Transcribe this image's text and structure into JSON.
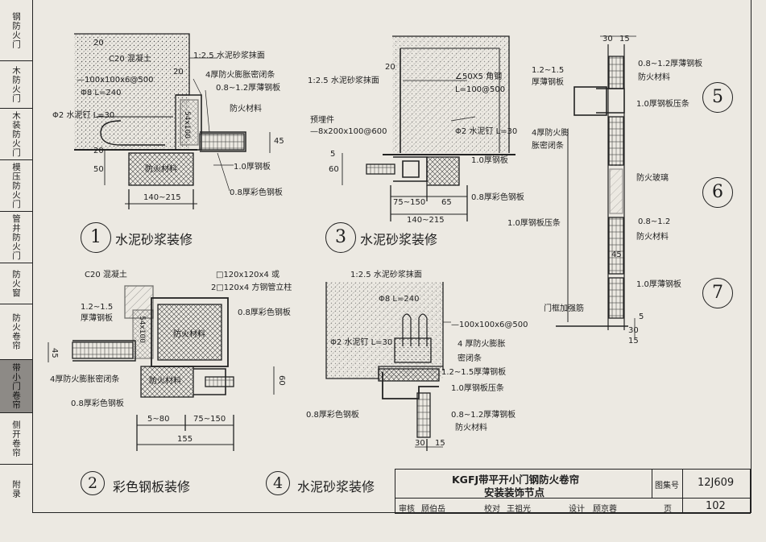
{
  "side_tabs": [
    {
      "label": "钢防火门",
      "active": false
    },
    {
      "label": "木防火门",
      "active": false
    },
    {
      "label": "木装防火门",
      "active": false
    },
    {
      "label": "模压防火门",
      "active": false
    },
    {
      "label": "管井防火门",
      "active": false
    },
    {
      "label": "防火窗",
      "active": false
    },
    {
      "label": "防火卷帘",
      "active": false
    },
    {
      "label": "带小门卷帘",
      "active": true
    },
    {
      "label": "侧开卷帘",
      "active": false
    },
    {
      "label": "附录",
      "active": false
    }
  ],
  "detail1": {
    "no": "1",
    "title": "水泥砂浆装修",
    "notes": [
      "C20 混凝土",
      "—100x100x6@500",
      "Φ8 L=240",
      "Φ2 水泥钉 L=30",
      "1:2.5 水泥砂浆抹面",
      "4厚防火膨胀密闭条",
      "0.8~1.2厚薄钢板",
      "防火材料",
      "1.0厚钢板",
      "0.8厚彩色钢板",
      "防火材料",
      "54x100"
    ],
    "dims": [
      "140~215",
      "50",
      "20",
      "45",
      "20",
      "20"
    ]
  },
  "detail2": {
    "no": "2",
    "title": "彩色钢板装修",
    "notes": [
      "C20 混凝土",
      "□120x120x4 或",
      "2□120x4 方钢管立柱",
      "1.2~1.5",
      "厚薄钢板",
      "0.8厚彩色钢板",
      "防火材料",
      "4厚防火膨胀密闭条",
      "0.8厚彩色钢板",
      "防火材料",
      "54x100"
    ],
    "dims": [
      "45",
      "5~80",
      "75~150",
      "155",
      "60"
    ]
  },
  "detail3": {
    "no": "3",
    "title": "水泥砂浆装修",
    "notes": [
      "1:2.5 水泥砂浆抹面",
      "∠50X5 角钢",
      "L=100@500",
      "预埋件",
      "—8x200x100@600",
      "Φ2 水泥钉 L=30",
      "1.0厚钢板",
      "0.8厚彩色钢板"
    ],
    "dims": [
      "20",
      "5",
      "60",
      "75~150",
      "65",
      "140~215"
    ]
  },
  "detail4": {
    "no": "4",
    "title": "水泥砂浆装修",
    "notes": [
      "1:2.5 水泥砂浆抹面",
      "Φ8 L=240",
      "—100x100x6@500",
      "Φ2 水泥钉 L=30",
      "4 厚防火膨胀",
      "密闭条",
      "1.2~1.5厚薄钢板",
      "1.0厚钢板压条",
      "0.8厚彩色钢板",
      "0.8~1.2厚薄钢板",
      "防火材料"
    ],
    "dims": [
      "30",
      "15"
    ]
  },
  "detail567": {
    "nos": [
      "5",
      "6",
      "7"
    ],
    "notes": [
      "1.2~1.5",
      "厚薄钢板",
      "0.8~1.2厚薄钢板",
      "防火材料",
      "1.0厚钢板压条",
      "4厚防火膨",
      "胀密闭条",
      "防火玻璃",
      "1.0厚钢板压条",
      "0.8~1.2",
      "防火材料",
      "1.0厚薄钢板",
      "门框加强筋"
    ],
    "dims": [
      "30",
      "15",
      "45",
      "5",
      "30",
      "15"
    ]
  },
  "title_block": {
    "title_line1": "KGFJ带平开小门钢防火卷帘",
    "title_line2": "安装装饰节点",
    "atlas_label": "图集号",
    "atlas_no": "12J609",
    "page_label": "页",
    "page_no": "102",
    "review_label": "审核",
    "review_name": "顾伯岳",
    "check_label": "校对",
    "check_name": "王祖光",
    "design_label": "设计",
    "design_name": "顾京蓉"
  },
  "colors": {
    "ink": "#1e1e1e",
    "paper": "#ece9e2",
    "active_tab": "#8d8a86"
  }
}
